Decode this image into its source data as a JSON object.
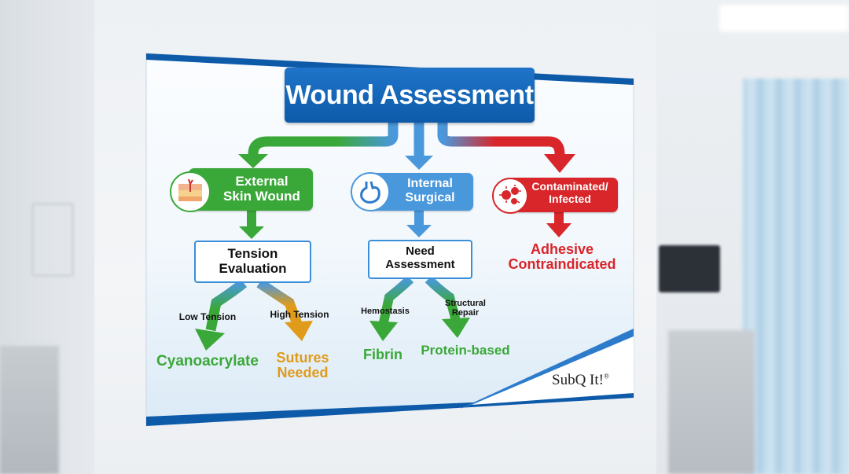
{
  "title": "Wound Assessment",
  "categories": [
    {
      "id": "external",
      "line1": "External",
      "line2": "Skin Wound",
      "color": "#3aa838",
      "icon": "skin-layers-icon"
    },
    {
      "id": "internal",
      "line1": "Internal",
      "line2": "Surgical",
      "color": "#4a98dc",
      "icon": "stomach-icon"
    },
    {
      "id": "contaminated",
      "line1": "Contaminated/",
      "line2": "Infected",
      "color": "#d8262a",
      "icon": "bacteria-icon"
    }
  ],
  "evaluations": {
    "tension": {
      "line1": "Tension",
      "line2": "Evaluation"
    },
    "need": {
      "line1": "Need",
      "line2": "Assessment"
    }
  },
  "branch_labels": {
    "low_tension": "Low Tension",
    "high_tension": "High Tension",
    "hemostasis": "Hemostasis",
    "structural_line1": "Structural",
    "structural_line2": "Repair"
  },
  "outcomes": {
    "cyanoacrylate": "Cyanoacrylate",
    "sutures_line1": "Sutures",
    "sutures_line2": "Needed",
    "fibrin": "Fibrin",
    "protein": "Protein-based",
    "adhesive_line1": "Adhesive",
    "adhesive_line2": "Contraindicated"
  },
  "brand": "SubQ It!",
  "brand_mark": "®",
  "colors": {
    "blue": "#0d5aa9",
    "green": "#3aa838",
    "orange": "#e09b1a",
    "red": "#d8262a",
    "light_blue": "#4a98dc"
  }
}
